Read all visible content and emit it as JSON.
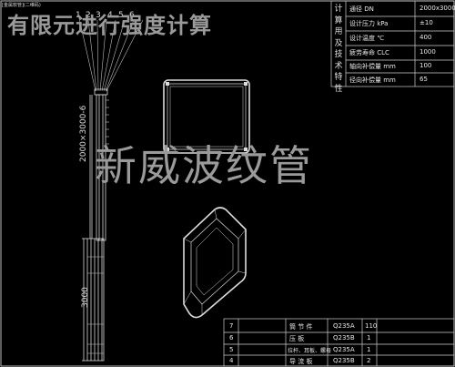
{
  "overlay_title": "有限元进行强度计算",
  "watermark": "新威波纹管",
  "corner_tag": "[金属软管](二维码)",
  "balloon_numbers": [
    "1",
    "2",
    "3",
    "4",
    "5",
    "6"
  ],
  "dim_front": "2000×3000-6",
  "dim_side": "3000",
  "spec_table": {
    "column_label": "计算用及技术特性",
    "rows": [
      {
        "name": "通径 DN",
        "value": "2000x3000"
      },
      {
        "name": "设计压力 kPa",
        "value": "±10"
      },
      {
        "name": "设计温度 ℃",
        "value": "400"
      },
      {
        "name": "疲劳寿命 CLC",
        "value": "1000"
      },
      {
        "name": "轴向补偿量 mm",
        "value": "100"
      },
      {
        "name": "径向补偿量 mm",
        "value": "65"
      }
    ]
  },
  "bom": [
    {
      "no": "7",
      "name": "筒 节 件",
      "material": "Q235A",
      "qty": "110"
    },
    {
      "no": "6",
      "name": "压  板",
      "material": "Q235B",
      "qty": "1"
    },
    {
      "no": "5",
      "name": "拉杆、耳板、螺母",
      "material": "Q235A",
      "qty": "1"
    },
    {
      "no": "4",
      "name": "导  流  板",
      "material": "Q235B",
      "qty": "2"
    }
  ]
}
